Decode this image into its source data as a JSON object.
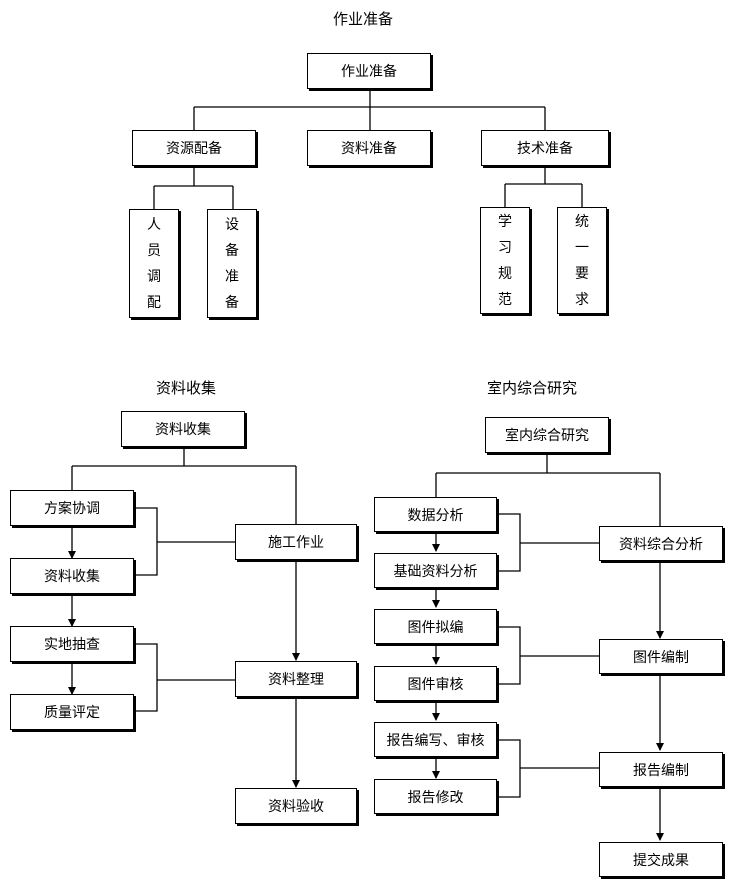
{
  "section1": {
    "heading": "作业准备",
    "root": "作业准备",
    "resource": "资源配备",
    "data_prep": "资料准备",
    "tech": "技术准备",
    "personnel": [
      "人",
      "员",
      "调",
      "配"
    ],
    "equipment": [
      "设",
      "备",
      "准",
      "备"
    ],
    "study": [
      "学",
      "习",
      "规",
      "范"
    ],
    "unify": [
      "统",
      "一",
      "要",
      "求"
    ]
  },
  "section2": {
    "heading": "资料收集",
    "root": "资料收集",
    "coordination": "方案协调",
    "collection": "资料收集",
    "field_check": "实地抽查",
    "quality": "质量评定",
    "construction": "施工作业",
    "organize": "资料整理",
    "acceptance": "资料验收"
  },
  "section3": {
    "heading": "室内综合研究",
    "root": "室内综合研究",
    "data_analysis": "数据分析",
    "basic_analysis": "基础资料分析",
    "draft_map": "图件拟编",
    "review_map": "图件审核",
    "report_write": "报告编写、审核",
    "report_revise": "报告修改",
    "comprehensive": "资料综合分析",
    "map_compile": "图件编制",
    "report_compile": "报告编制",
    "submit": "提交成果"
  }
}
